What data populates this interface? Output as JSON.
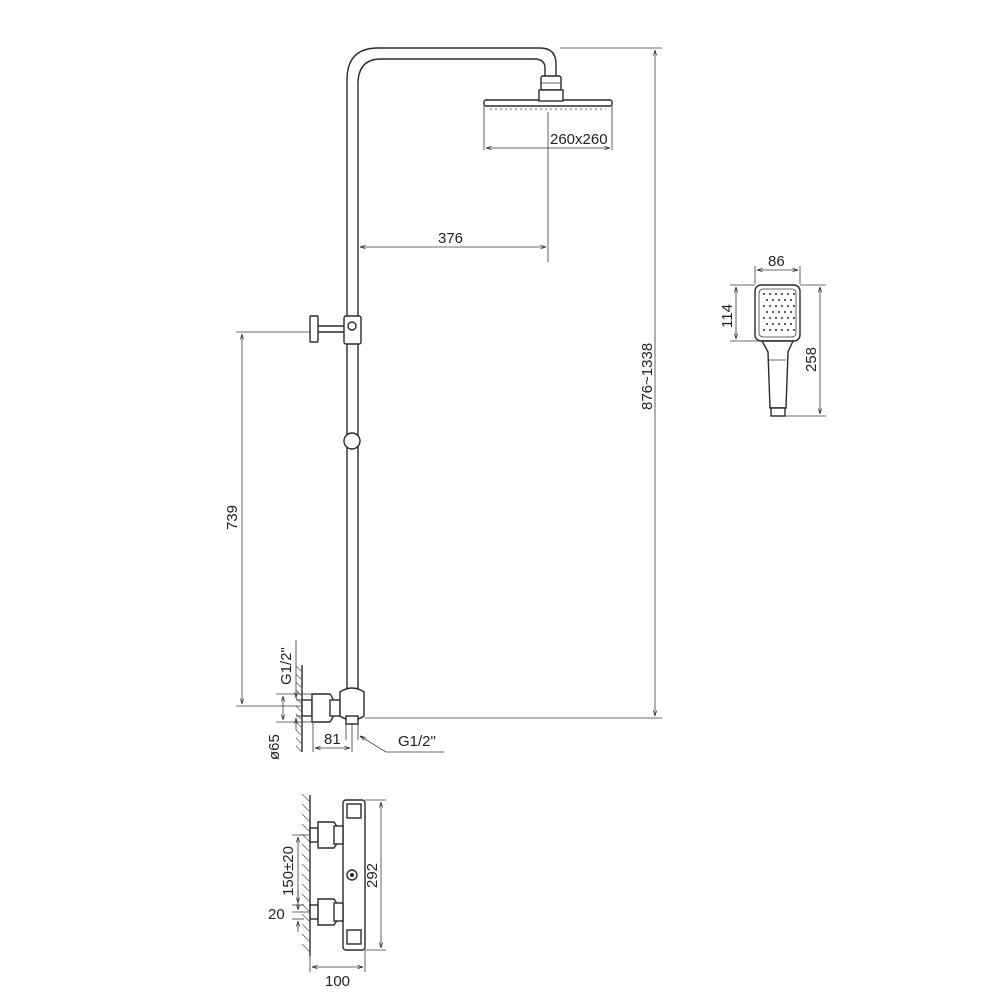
{
  "drawing": {
    "dimensions": {
      "head_size": "260x260",
      "arm_reach": "376",
      "total_height": "876~1338",
      "hand_width": "86",
      "hand_head_height": "114",
      "hand_length": "258",
      "holder_height": "739",
      "inlet_thread": "G1/2\"",
      "outlet_thread": "G1/2\"",
      "flange_diameter": "ø65",
      "outlet_offset": "81",
      "inlet_spacing": "150±20",
      "inlet_offset": "20",
      "mixer_height": "292",
      "mixer_depth": "100"
    }
  }
}
